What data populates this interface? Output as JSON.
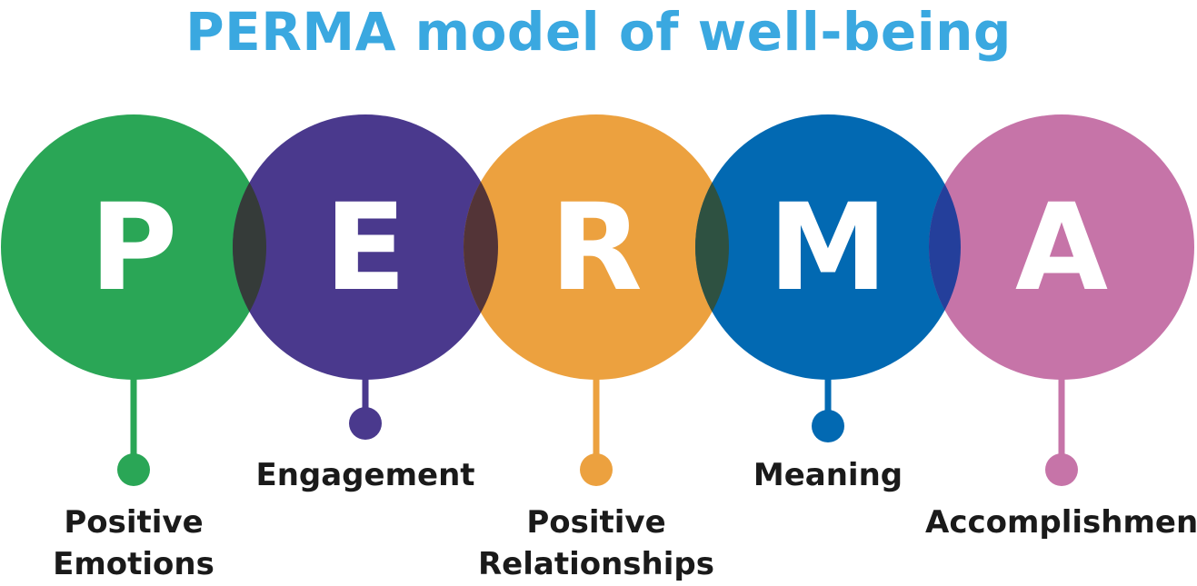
{
  "title": "PERMA model of well-being",
  "items": [
    {
      "letter": "P",
      "label_lines": [
        "Positive",
        "Emotions"
      ],
      "color": "#2aa656"
    },
    {
      "letter": "E",
      "label_lines": [
        "Engagement"
      ],
      "color": "#4a398d"
    },
    {
      "letter": "R",
      "label_lines": [
        "Positive",
        "Relationships"
      ],
      "color": "#eca13f"
    },
    {
      "letter": "M",
      "label_lines": [
        "Meaning"
      ],
      "color": "#0269b2"
    },
    {
      "letter": "A",
      "label_lines": [
        "Accomplishment"
      ],
      "color": "#c674a8"
    }
  ],
  "overlap_colors": [
    "#353b39",
    "#533437",
    "#2e5141",
    "#243f9b"
  ],
  "letter_color": "#ffffff",
  "label_color": "#1a1a1a",
  "title_color": "#3aa8e0"
}
